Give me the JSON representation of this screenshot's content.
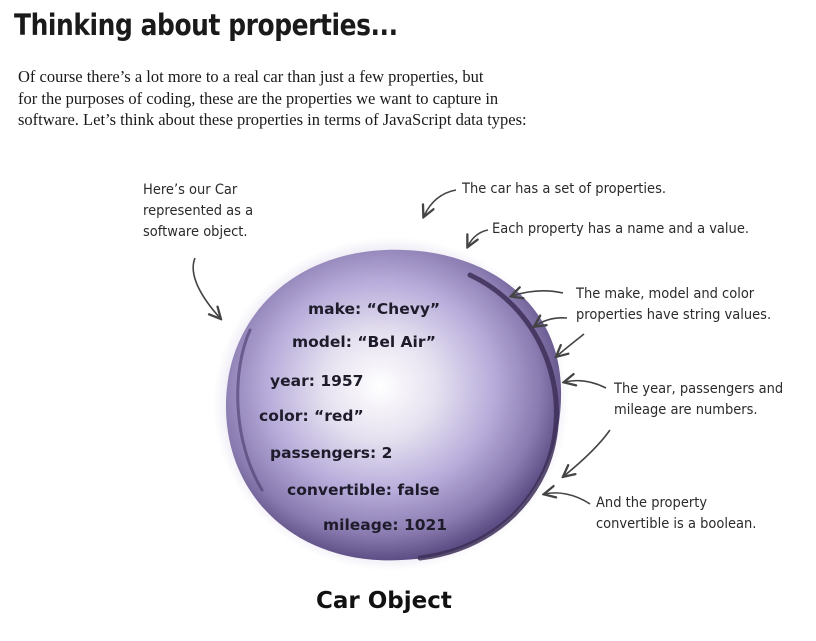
{
  "heading": "Thinking about properties...",
  "intro": {
    "lines": [
      "Of course there’s a lot more to a real car than just a few properties, but",
      "for the purposes of coding, these are the properties we want to capture in",
      "software. Let’s think about these properties in terms of JavaScript data types:"
    ]
  },
  "car_object": {
    "properties": [
      "make: “Chevy”",
      "model: “Bel Air”",
      "year: 1957",
      "color: “red”",
      "passengers: 2",
      "convertible: false",
      "mileage: 1021"
    ],
    "caption": "Car Object",
    "fill_color": "#8a7bb0",
    "rim_color": "#3d2f58"
  },
  "annotations": {
    "car_software_object": [
      "Here’s our Car",
      "represented as a",
      "software object."
    ],
    "set_of_properties": [
      "The car has a set of properties."
    ],
    "name_and_value": [
      "Each property has a name and a value."
    ],
    "string_values": [
      "The make, model and color",
      "properties have string values."
    ],
    "numbers": [
      "The year, passengers and",
      "mileage are numbers."
    ],
    "boolean": [
      "And the property",
      "convertible is a boolean."
    ]
  }
}
